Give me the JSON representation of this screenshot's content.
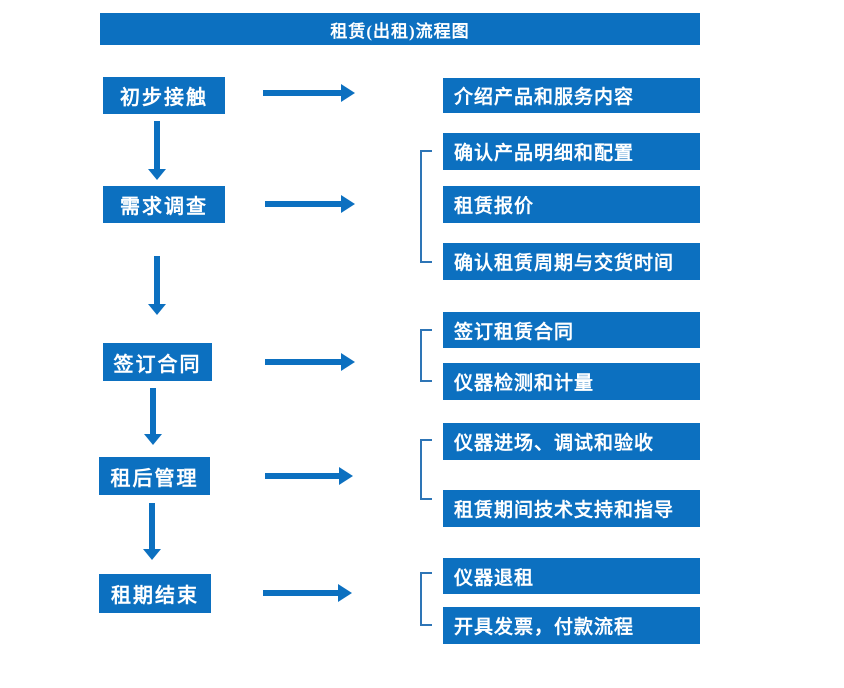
{
  "title": "租赁(出租)流程图",
  "colors": {
    "primary": "#0c70c0",
    "bracket": "#2e75b6",
    "text": "#ffffff",
    "background": "#ffffff"
  },
  "stages": [
    {
      "label": "初步接触",
      "details": [
        "介绍产品和服务内容"
      ]
    },
    {
      "label": "需求调查",
      "details": [
        "确认产品明细和配置",
        "租赁报价",
        "确认租赁周期与交货时间"
      ]
    },
    {
      "label": "签订合同",
      "details": [
        "签订租赁合同",
        "仪器检测和计量"
      ]
    },
    {
      "label": "租后管理",
      "details": [
        "仪器进场、调试和验收",
        "租赁期间技术支持和指导"
      ]
    },
    {
      "label": "租期结束",
      "details": [
        "仪器退租",
        "开具发票，付款流程"
      ]
    }
  ]
}
